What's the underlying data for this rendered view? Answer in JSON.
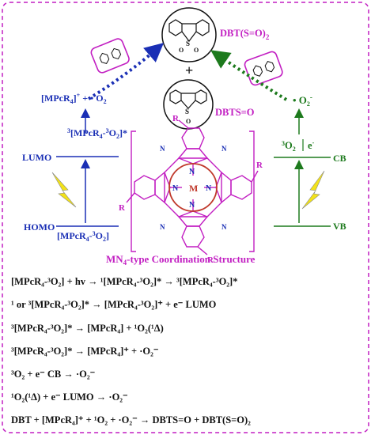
{
  "diagram": {
    "products": {
      "dbt_so2": "DBT(S=O)",
      "dbt_so2_sub": "2",
      "plus": "+",
      "dbts_o": "DBTS=O"
    },
    "left_scheme": {
      "radical_pair_a": "[MPcR",
      "radical_pair_b": "4",
      "radical_pair_c": "]",
      "radical_pair_d": "+",
      "radical_pair_e": " + • O",
      "radical_pair_f": "2",
      "lumo": "LUMO",
      "excited": "[MPcR",
      "excited_sup": "3",
      "excited_mid": "4",
      "excited_o2": "-",
      "excited_sup2": "3",
      "excited_tail": "O",
      "excited_sub": "2",
      "excited_end": "]*",
      "homo": "HOMO",
      "ground": "[MPcR",
      "ground_sub": "4",
      "ground_mid": "-",
      "ground_sup": "3",
      "ground_o": "O",
      "ground_o_sub": "2",
      "ground_end": "]"
    },
    "right_scheme": {
      "superoxide": "• O",
      "superoxide_sub": "2",
      "superoxide_sup": "-",
      "o2_cb": "O",
      "o2_cb_sup": "3",
      "o2_cb_sub": "2",
      "electron": "e",
      "electron_sup": "-",
      "cb": "CB",
      "vb": "VB"
    },
    "molecule": {
      "metal": "M",
      "n_label": "N",
      "r_label": "R",
      "caption_a": "MN",
      "caption_sub": "4",
      "caption_b": "-type Coordination Structure"
    }
  },
  "equations": [
    "[MPcR₄-³O₂] + hv → ¹[MPcR₄-³O₂]* → ³[MPcR₄-³O₂]*",
    "¹ or ³[MPcR₄-³O₂]* → [MPcR₄-³O₂]⁺ + e⁻ LUMO",
    "³[MPcR₄-³O₂]*  → [MPcR₄] + ¹O₂(¹Δ)",
    "³[MPcR₄-³O₂]* → [MPcR₄]⁺ + ·O₂⁻",
    "³O₂ + e⁻ CB → ·O₂⁻",
    "¹O₂(¹Δ) + e⁻ LUMO → ·O₂⁻",
    "DBT + [MPcR₄]⁺ + ¹O₂ + ·O₂⁻ → DBTS=O + DBT(S=O)₂"
  ],
  "colors": {
    "border": "#c21fc2",
    "blue": "#1a2fb5",
    "green": "#1d7a1d",
    "magenta": "#c21fc2",
    "bolt": "#f2e21a",
    "ring": "#c0392b"
  }
}
